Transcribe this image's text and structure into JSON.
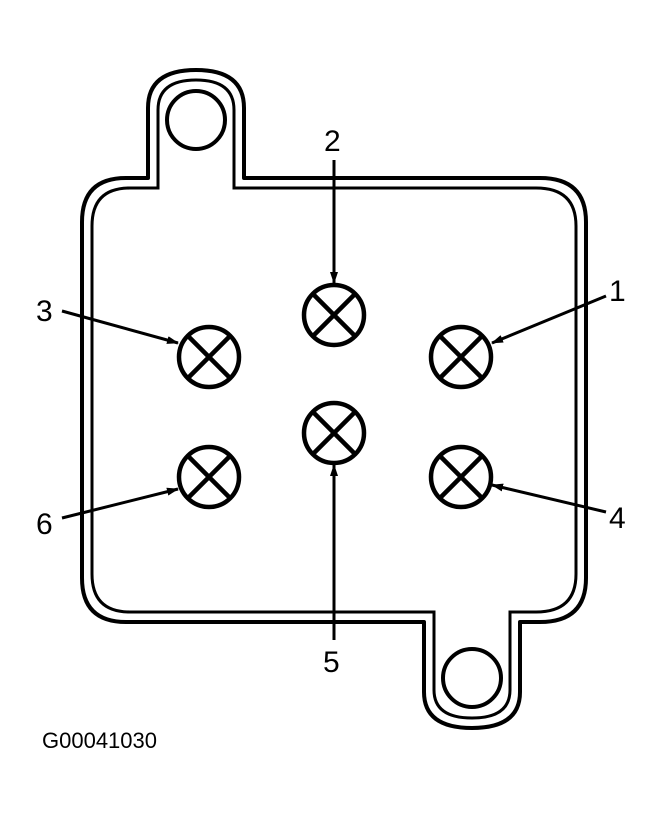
{
  "terminals": [
    {
      "id": "1",
      "label": "1"
    },
    {
      "id": "2",
      "label": "2"
    },
    {
      "id": "3",
      "label": "3"
    },
    {
      "id": "4",
      "label": "4"
    },
    {
      "id": "5",
      "label": "5"
    },
    {
      "id": "6",
      "label": "6"
    }
  ],
  "figure_code": "G00041030"
}
